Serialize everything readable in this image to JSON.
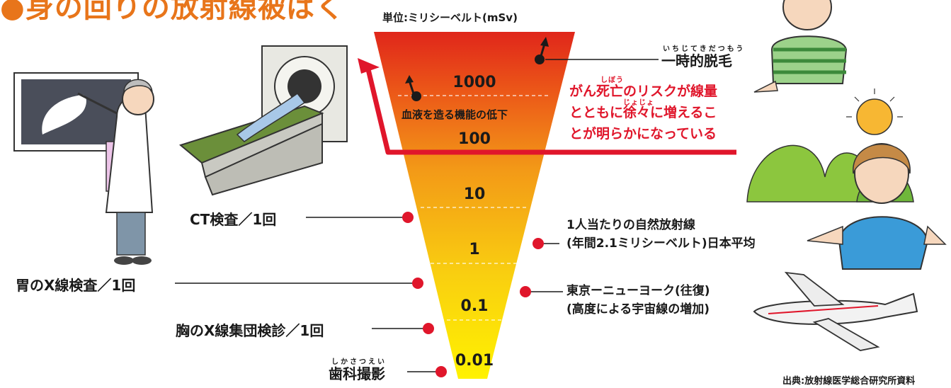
{
  "heading": "●身の回りの放射線被ばく",
  "unit_label": "単位:ミリシーベルト(mSv)",
  "levels": [
    "1000",
    "100",
    "10",
    "1",
    "0.1",
    "0.01"
  ],
  "inside_label": "血液を造る機能の低下",
  "hair_loss": {
    "label": "一時的脱毛",
    "ruby": "いちじてきだつもう"
  },
  "cancer_note": {
    "lines": [
      "がん死亡のリスクが線量",
      "とともに徐々に増えるこ",
      "とが明らかになっている"
    ],
    "ruby_shibou": "しぼう",
    "ruby_jojo": "じょじょ"
  },
  "left_labels": {
    "ct": "CT検査／1回",
    "stomach": "胃のX線検査／1回",
    "chest": "胸のX線集団検診／1回",
    "dental": "歯科撮影",
    "dental_ruby": "しかさつえい"
  },
  "right_labels": {
    "natural_line1": "1人当たりの自然放射線",
    "natural_line2": "(年間2.1ミリシーベルト)日本平均",
    "flight_line1": "東京ーニューヨーク(往復)",
    "flight_line2": "(高度による宇宙線の増加)"
  },
  "source": "出典:放射線医学総合研究所資料",
  "colors": {
    "heading": "#e8751a",
    "accent_red": "#e0162b",
    "funnel_top": "#e0261a",
    "funnel_bottom": "#fff200"
  }
}
